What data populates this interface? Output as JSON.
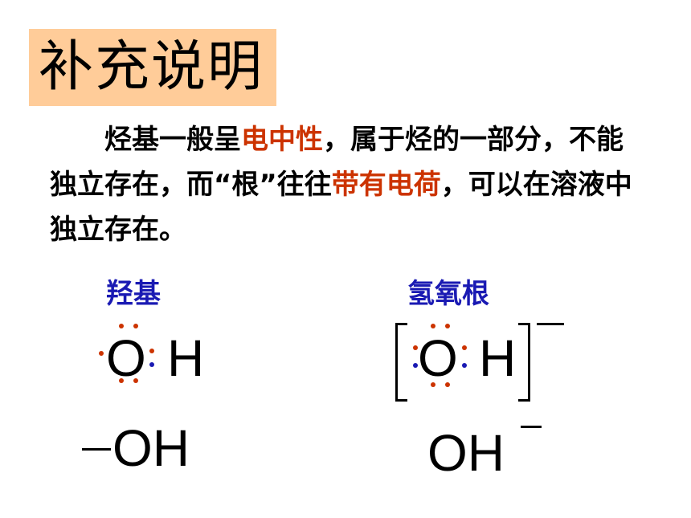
{
  "title": "补充说明",
  "paragraph": {
    "p1": "烃基一般呈",
    "h1": "电中性",
    "p2": "，属于烃的一部分，不能独立存在，而“根”往往",
    "h2": "带有电荷",
    "p3": "，可以在溶液中独立存在。"
  },
  "left": {
    "label": "羟基",
    "atom_o": "O",
    "atom_h": "H",
    "formula": "OH"
  },
  "right": {
    "label": "氢氧根",
    "atom_o": "O",
    "atom_h": "H",
    "formula": "OH"
  },
  "colors": {
    "highlight": "#cc3300",
    "blue": "#1a1ab3",
    "title_bg": "#ffcc99"
  }
}
